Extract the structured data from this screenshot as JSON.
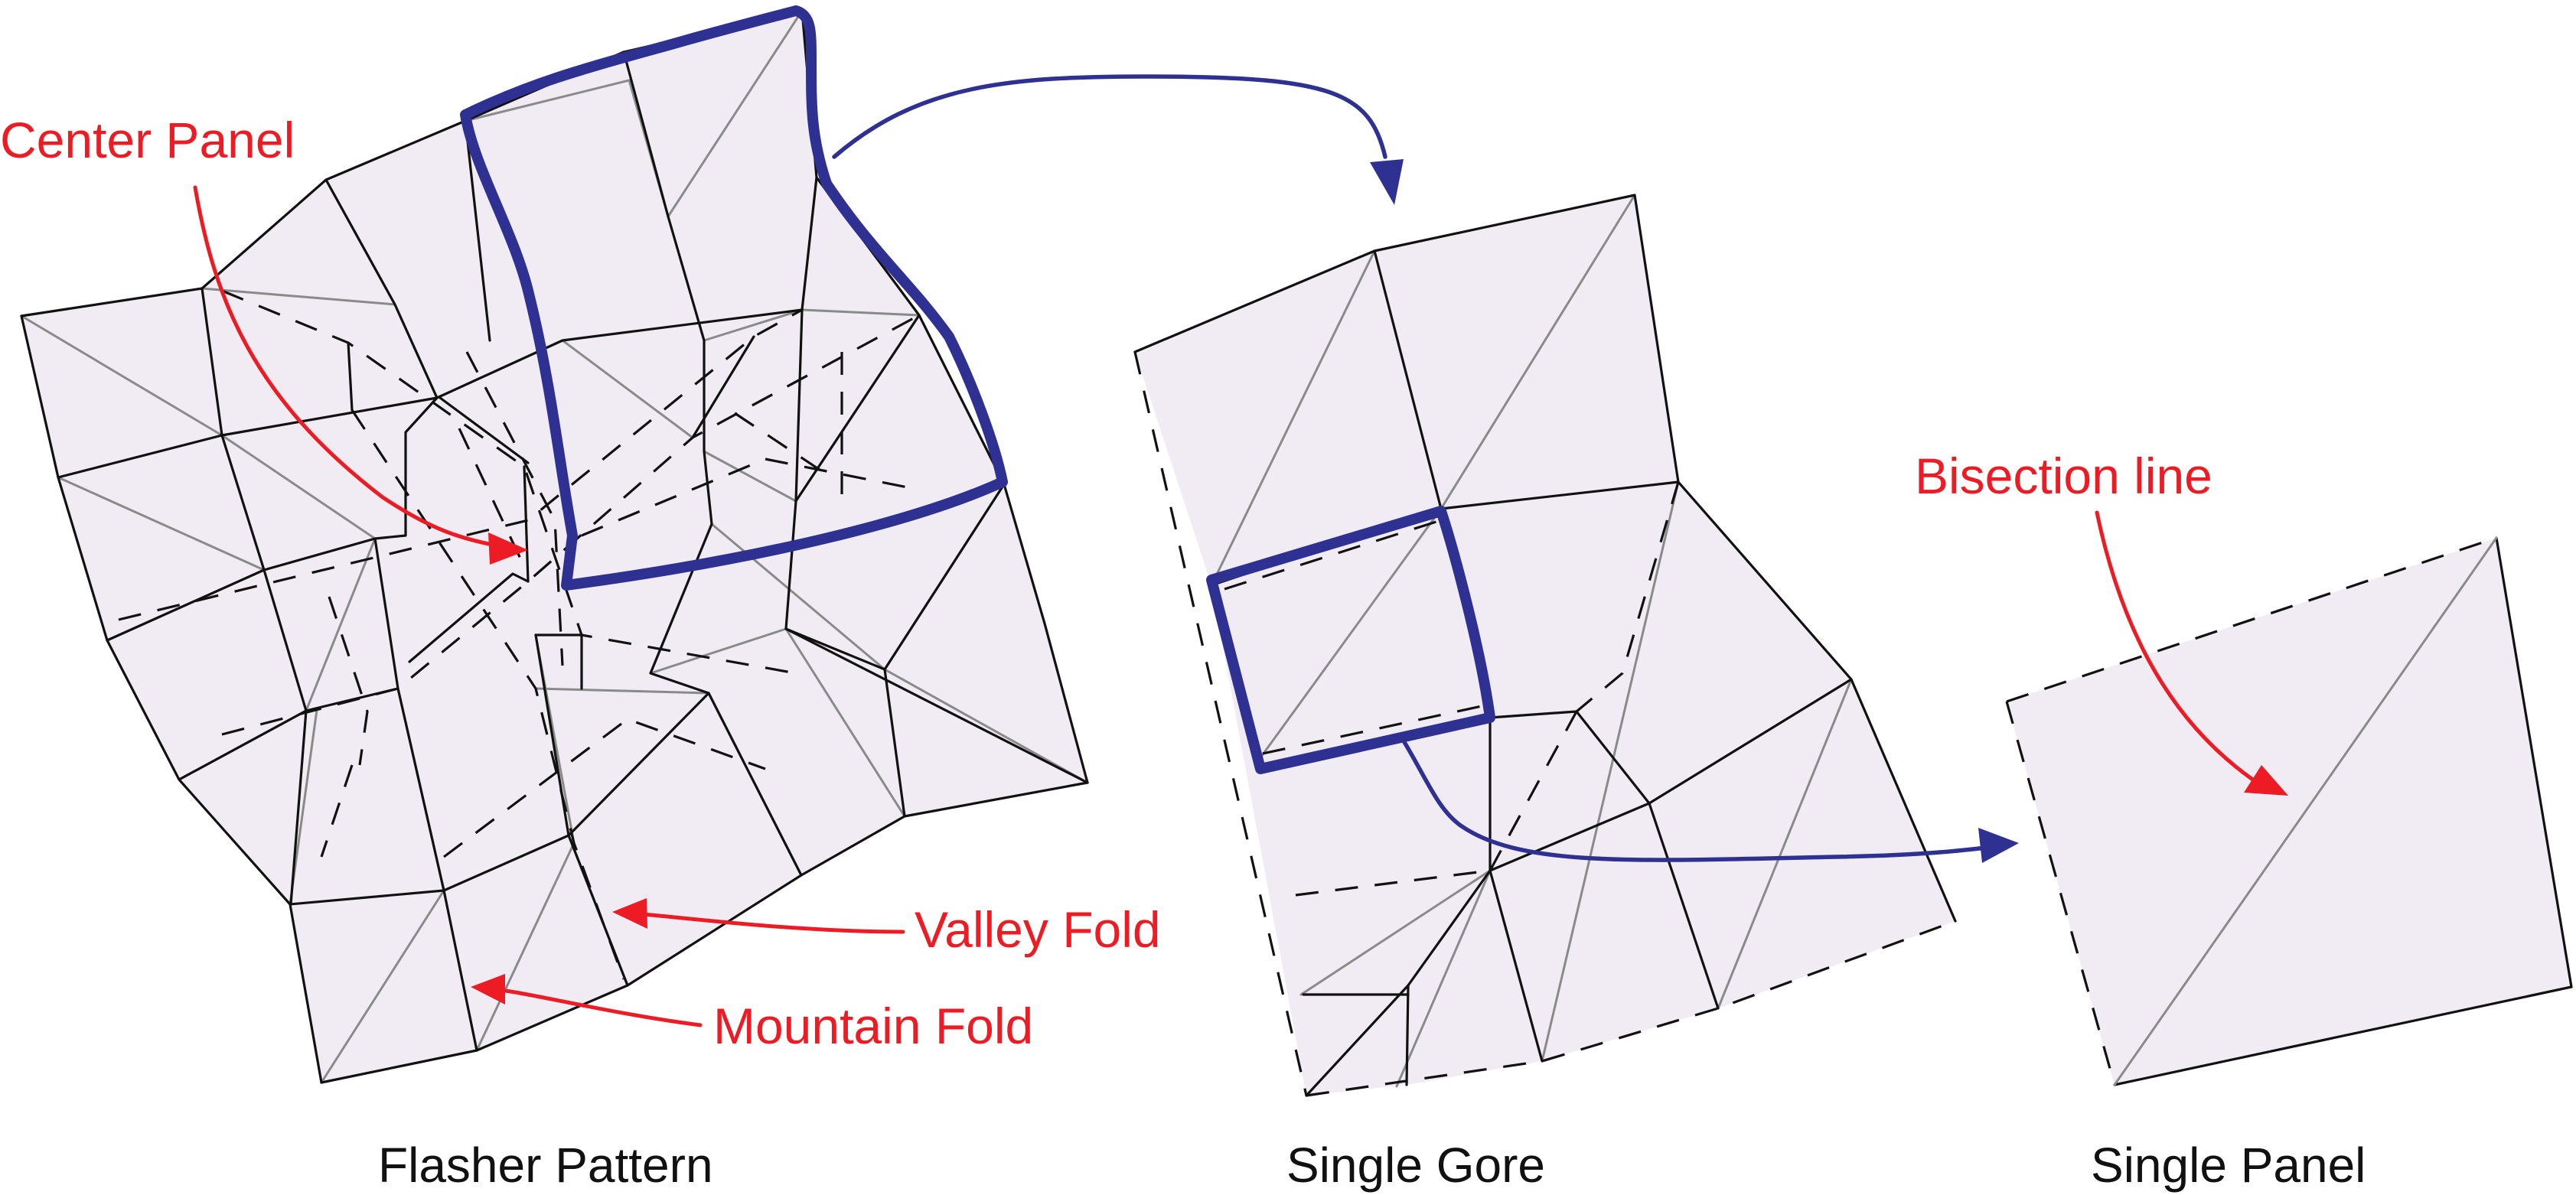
{
  "labels": {
    "center_panel": "Center Panel",
    "valley_fold": "Valley Fold",
    "mountain_fold": "Mountain Fold",
    "bisection_line": "Bisection line"
  },
  "captions": {
    "flasher": "Flasher Pattern",
    "gore": "Single Gore",
    "panel": "Single Panel"
  },
  "colors": {
    "panel_fill": "#f1ecf4",
    "highlight": "#2e3192",
    "annotation": "#ed1c24",
    "fold_line": "#111111",
    "bisection": "#8a8a8a"
  }
}
